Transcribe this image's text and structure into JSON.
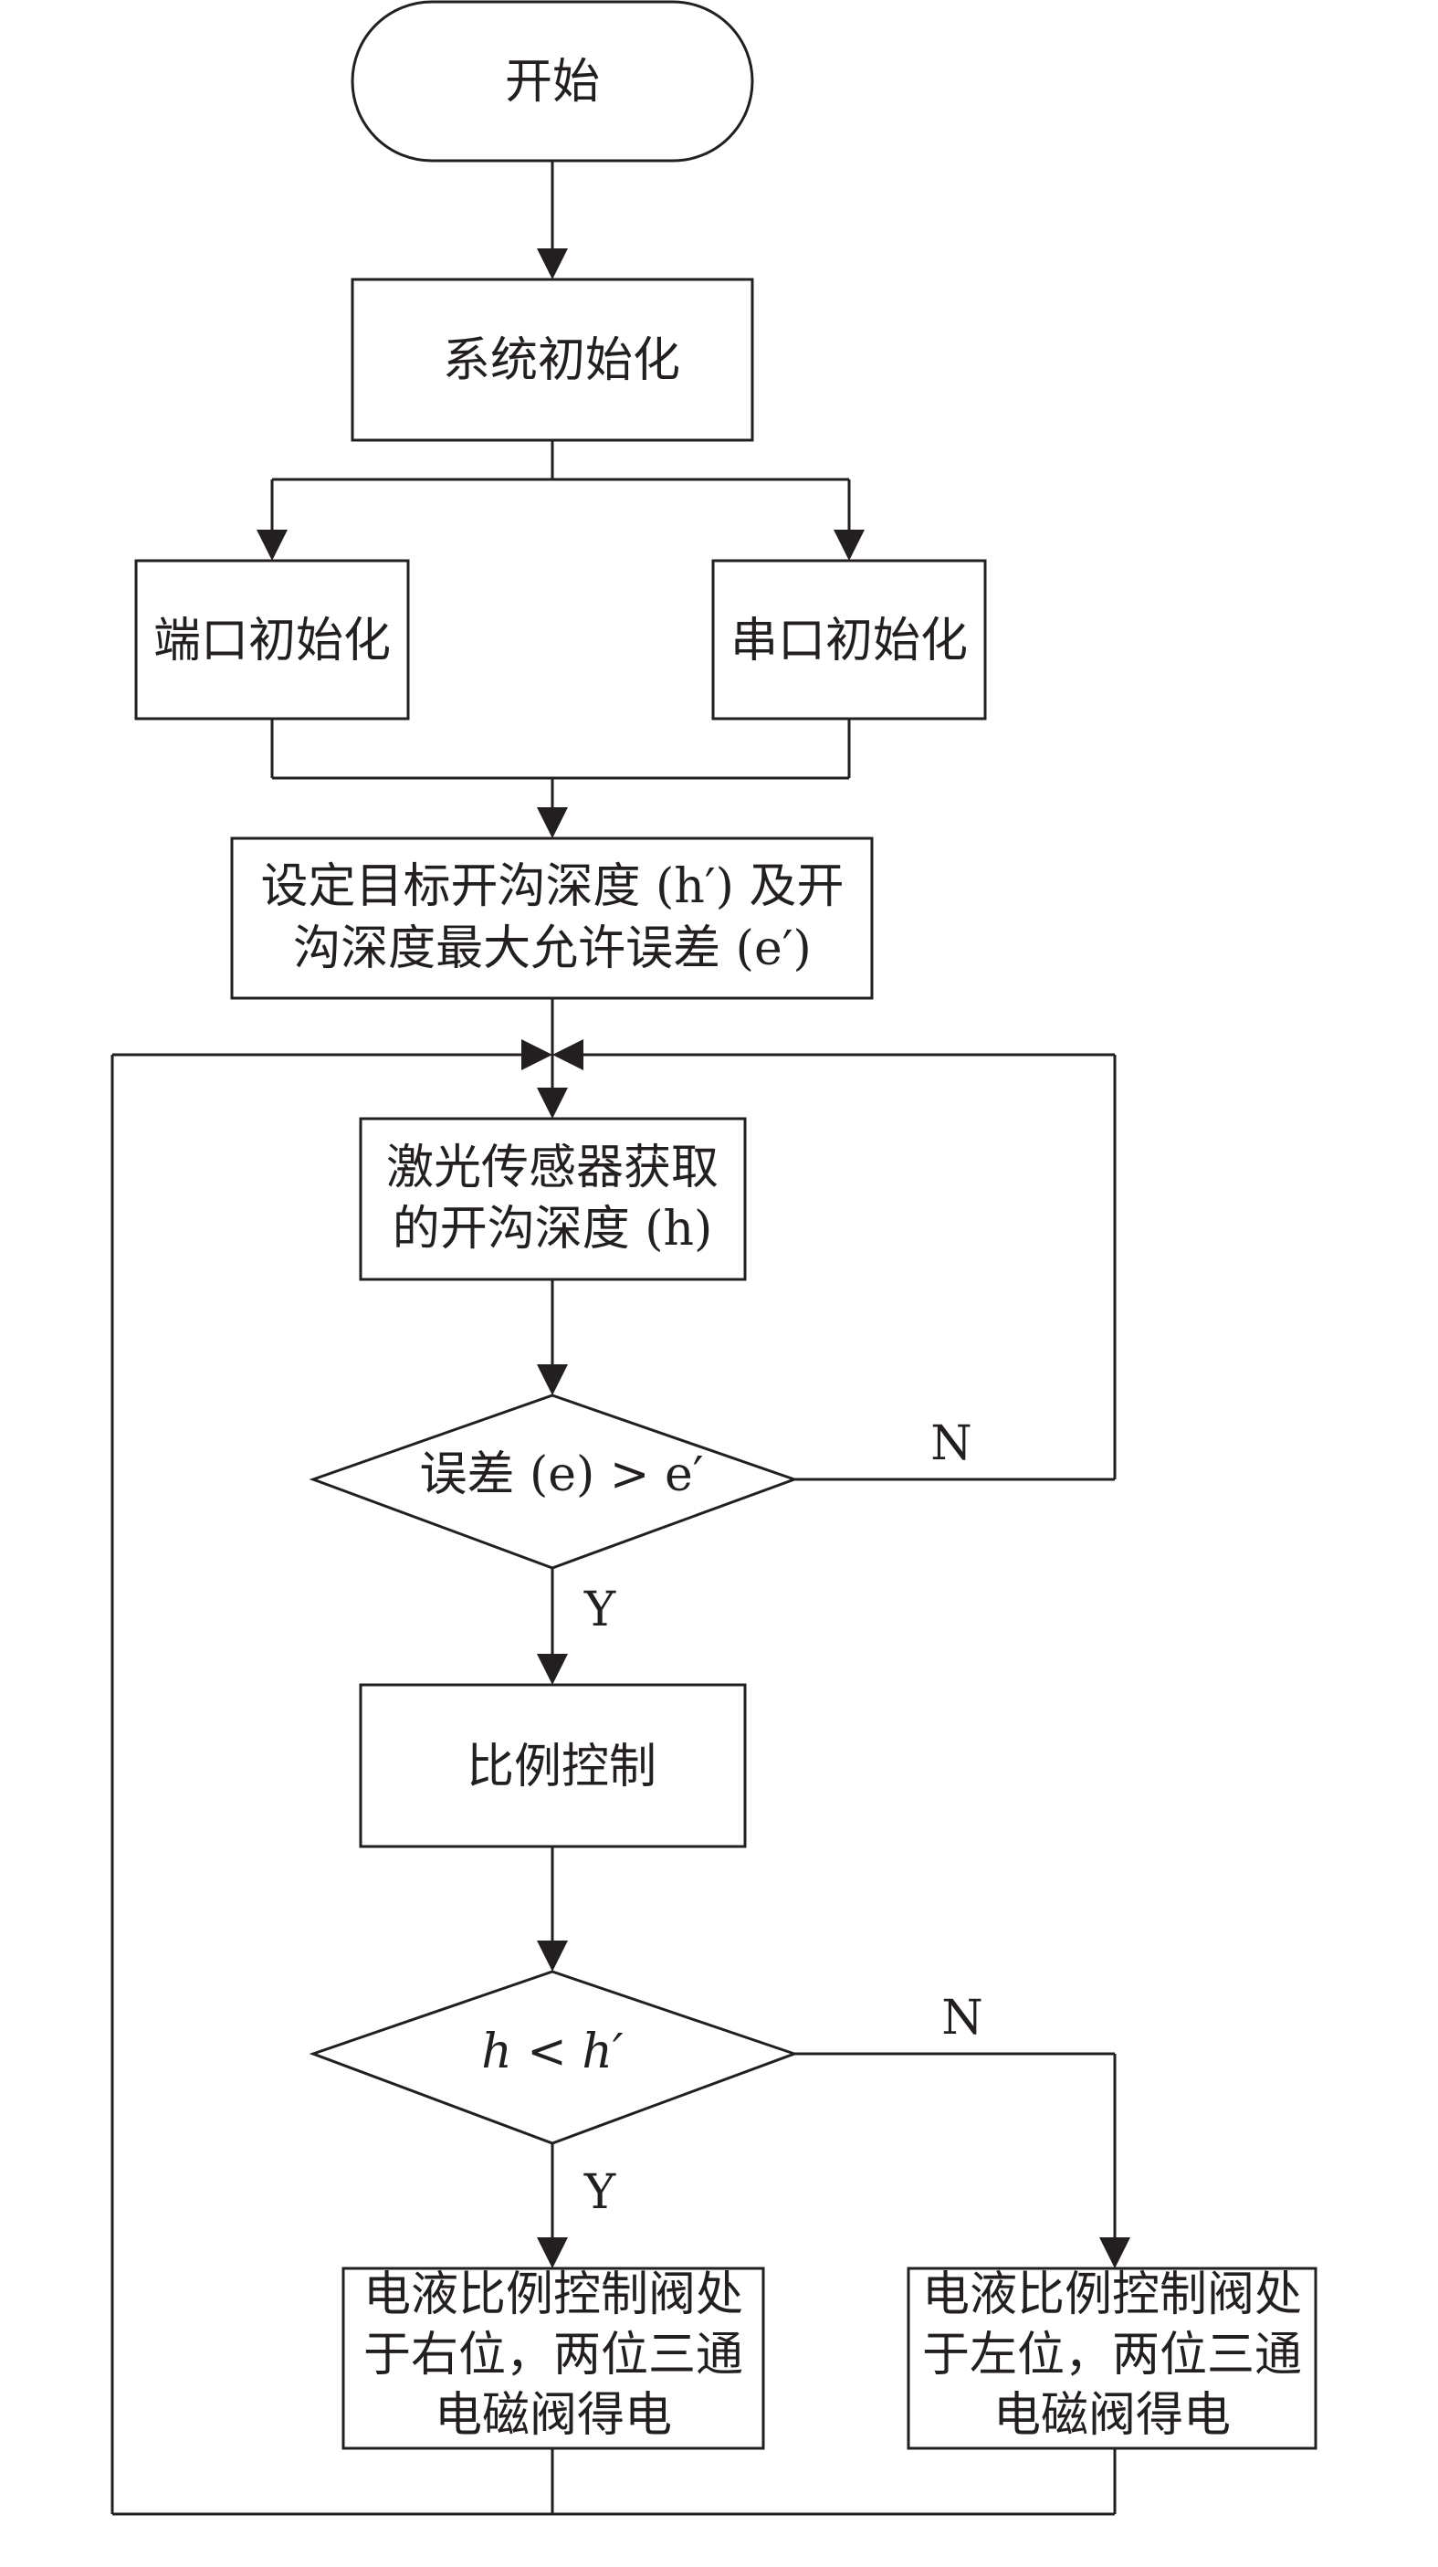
{
  "nodes": {
    "start": "开始",
    "system_init": "系统初始化",
    "port_init": "端口初始化",
    "serial_init": "串口初始化",
    "set_target": [
      "设定目标开沟深度 (h′) 及开",
      "沟深度最大允许误差 (e′)"
    ],
    "laser_read": [
      "激光传感器获取",
      "的开沟深度 (h)"
    ],
    "decision_error": "误差 (e) > e′",
    "proportional_control": "比例控制",
    "decision_depth": "h < h′",
    "right_position": [
      "电液比例控制阀处",
      "于右位，两位三通",
      "电磁阀得电"
    ],
    "left_position": [
      "电液比例控制阀处",
      "于左位，两位三通",
      "电磁阀得电"
    ]
  },
  "labels": {
    "error_no": "N",
    "error_yes": "Y",
    "depth_no": "N",
    "depth_yes": "Y"
  }
}
